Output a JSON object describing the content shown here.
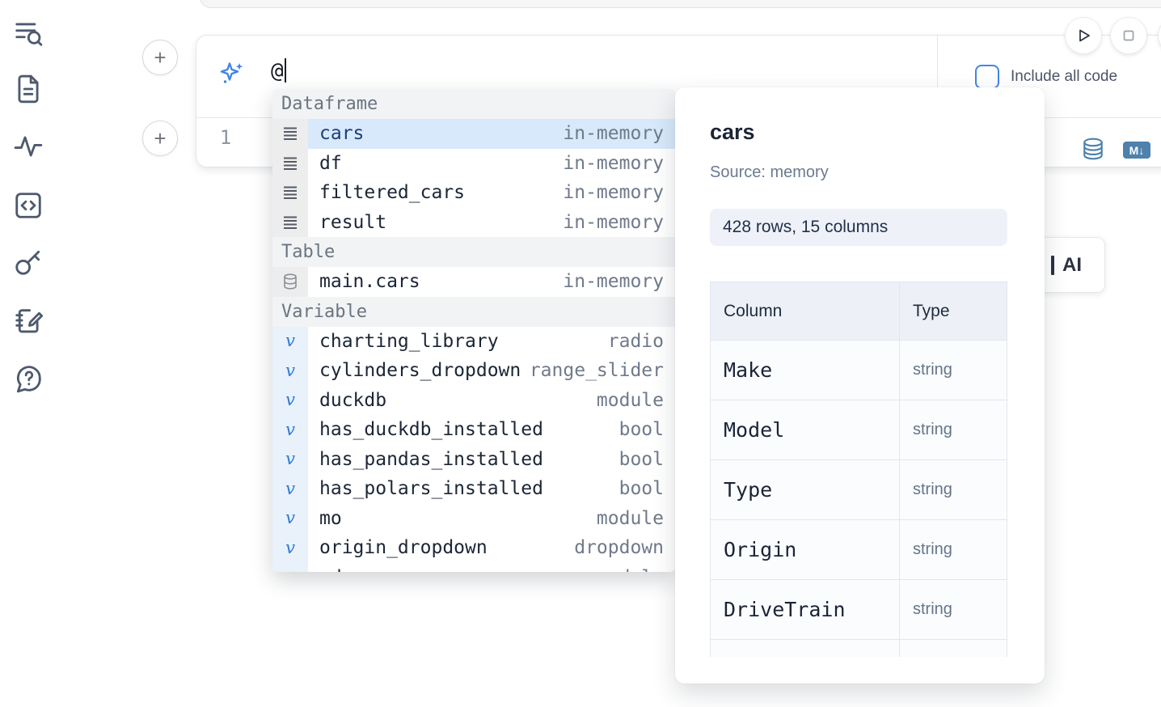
{
  "colors": {
    "accent_blue": "#4285e8",
    "steel_blue": "#4e81ab",
    "selected_row_bg": "#d8e9fb"
  },
  "sidebar": {
    "icons": [
      "text-search",
      "file-document",
      "activity",
      "code-square",
      "key",
      "notebook-pen",
      "help-chat"
    ]
  },
  "add_cell": {
    "plus_label": "+"
  },
  "ai_prompt": {
    "value": "@",
    "include_all_code_label": "Include all code"
  },
  "cell": {
    "line_number": "1",
    "markdown_badge": "M↓"
  },
  "ai_button": {
    "visible_label": "AI"
  },
  "autocomplete": {
    "sections": [
      {
        "label": "Dataframe",
        "items": [
          {
            "name": "cars",
            "value": "in-memory",
            "selected": true
          },
          {
            "name": "df",
            "value": "in-memory"
          },
          {
            "name": "filtered_cars",
            "value": "in-memory"
          },
          {
            "name": "result",
            "value": "in-memory"
          }
        ]
      },
      {
        "label": "Table",
        "items": [
          {
            "name": "main.cars",
            "value": "in-memory"
          }
        ]
      },
      {
        "label": "Variable",
        "items": [
          {
            "name": "charting_library",
            "value": "radio"
          },
          {
            "name": "cylinders_dropdown",
            "value": "range_slider"
          },
          {
            "name": "duckdb",
            "value": "module"
          },
          {
            "name": "has_duckdb_installed",
            "value": "bool"
          },
          {
            "name": "has_pandas_installed",
            "value": "bool"
          },
          {
            "name": "has_polars_installed",
            "value": "bool"
          },
          {
            "name": "mo",
            "value": "module"
          },
          {
            "name": "origin_dropdown",
            "value": "dropdown"
          },
          {
            "name": "pd",
            "value": "module"
          }
        ]
      }
    ]
  },
  "preview": {
    "title": "cars",
    "source": "Source: memory",
    "shape": "428 rows, 15 columns",
    "table": {
      "headers": [
        "Column",
        "Type"
      ],
      "rows": [
        {
          "column": "Make",
          "type": "string"
        },
        {
          "column": "Model",
          "type": "string"
        },
        {
          "column": "Type",
          "type": "string"
        },
        {
          "column": "Origin",
          "type": "string"
        },
        {
          "column": "DriveTrain",
          "type": "string"
        }
      ]
    }
  }
}
